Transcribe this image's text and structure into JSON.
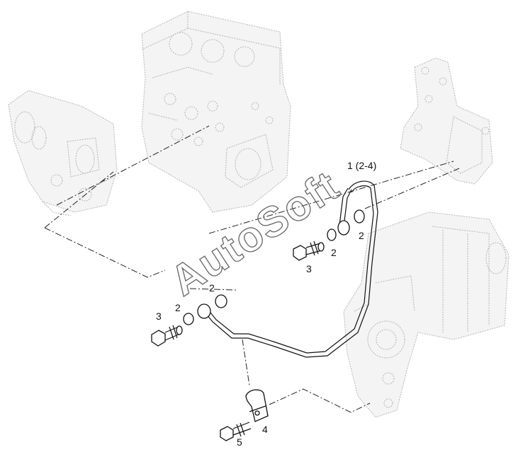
{
  "watermark": "AutoSoft",
  "callouts": {
    "c1": "1 (2-4)",
    "c2a": "2",
    "c2b": "2",
    "c2c": "2",
    "c2d": "2",
    "c3a": "3",
    "c3b": "3",
    "c4": "4",
    "c5": "5"
  }
}
